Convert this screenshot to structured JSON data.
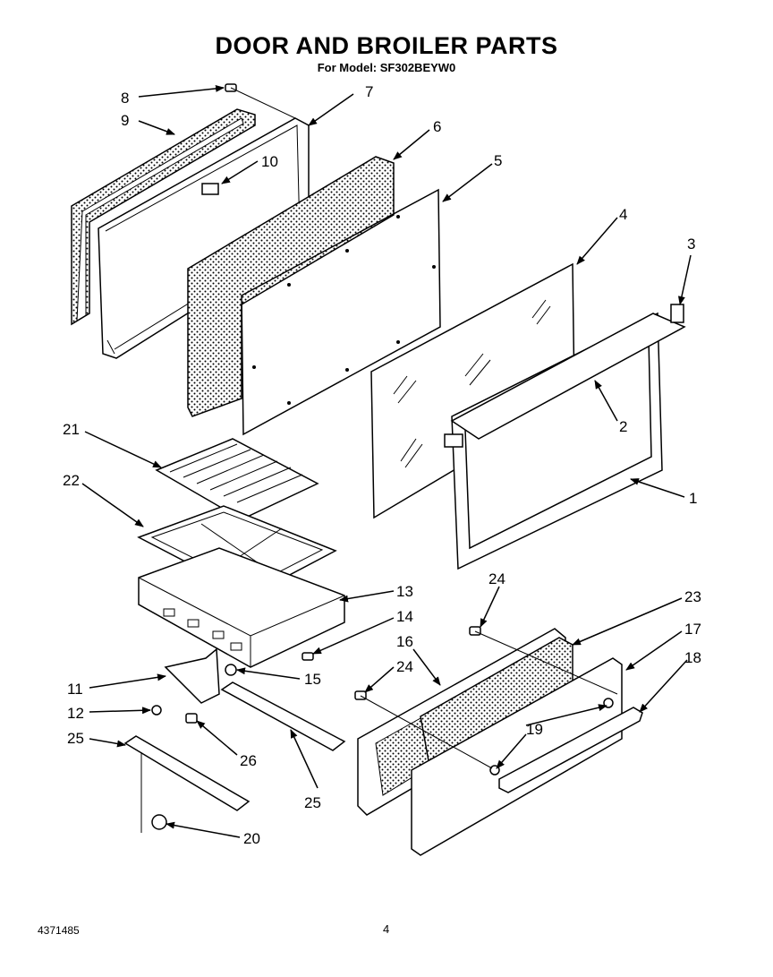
{
  "title": "DOOR AND BROILER PARTS",
  "subtitle": "For Model: SF302BEYW0",
  "doc_number": "4371485",
  "page_number": "4",
  "callouts": {
    "c1": "1",
    "c2": "2",
    "c3": "3",
    "c4": "4",
    "c5": "5",
    "c6": "6",
    "c7": "7",
    "c8": "8",
    "c9": "9",
    "c10": "10",
    "c11": "11",
    "c12": "12",
    "c13": "13",
    "c14": "14",
    "c15": "15",
    "c16": "16",
    "c17": "17",
    "c18": "18",
    "c19": "19",
    "c20": "20",
    "c21": "21",
    "c22": "22",
    "c23": "23",
    "c24a": "24",
    "c24b": "24",
    "c25a": "25",
    "c25b": "25",
    "c26": "26"
  }
}
